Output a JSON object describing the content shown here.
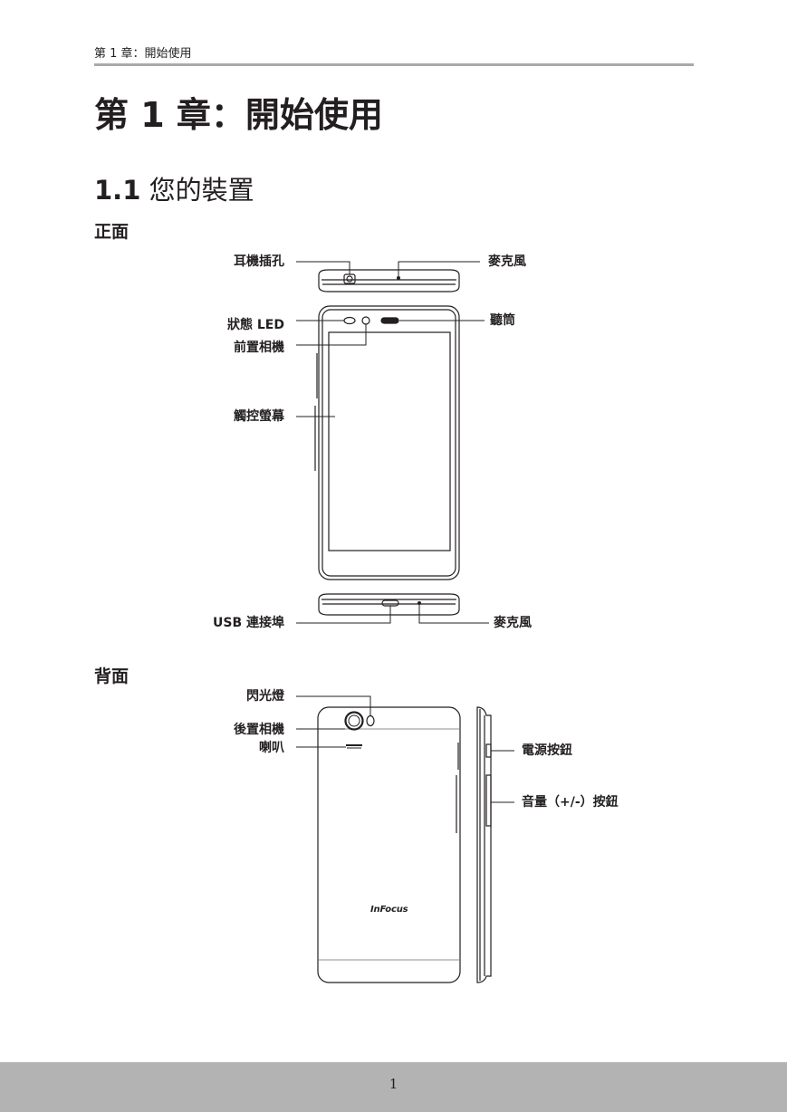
{
  "header": {
    "running_title": "第 1 章：開始使用"
  },
  "chapter": {
    "title": "第 1 章：開始使用"
  },
  "section": {
    "number": "1.1",
    "title": "您的裝置"
  },
  "front": {
    "heading": "正面",
    "labels": {
      "headset_jack": "耳機插孔",
      "mic_top": "麥克風",
      "status_led": "狀態 LED",
      "earpiece": "聽筒",
      "front_camera": "前置相機",
      "touchscreen": "觸控螢幕",
      "usb_port": "USB 連接埠",
      "mic_bottom": "麥克風"
    }
  },
  "back": {
    "heading": "背面",
    "labels": {
      "flash": "閃光燈",
      "rear_camera": "後置相機",
      "speaker": "喇叭",
      "power_button": "電源按鈕",
      "volume_button": "音量（+/-）按鈕"
    },
    "brand": "InFocus"
  },
  "footer": {
    "page_number": "1"
  }
}
